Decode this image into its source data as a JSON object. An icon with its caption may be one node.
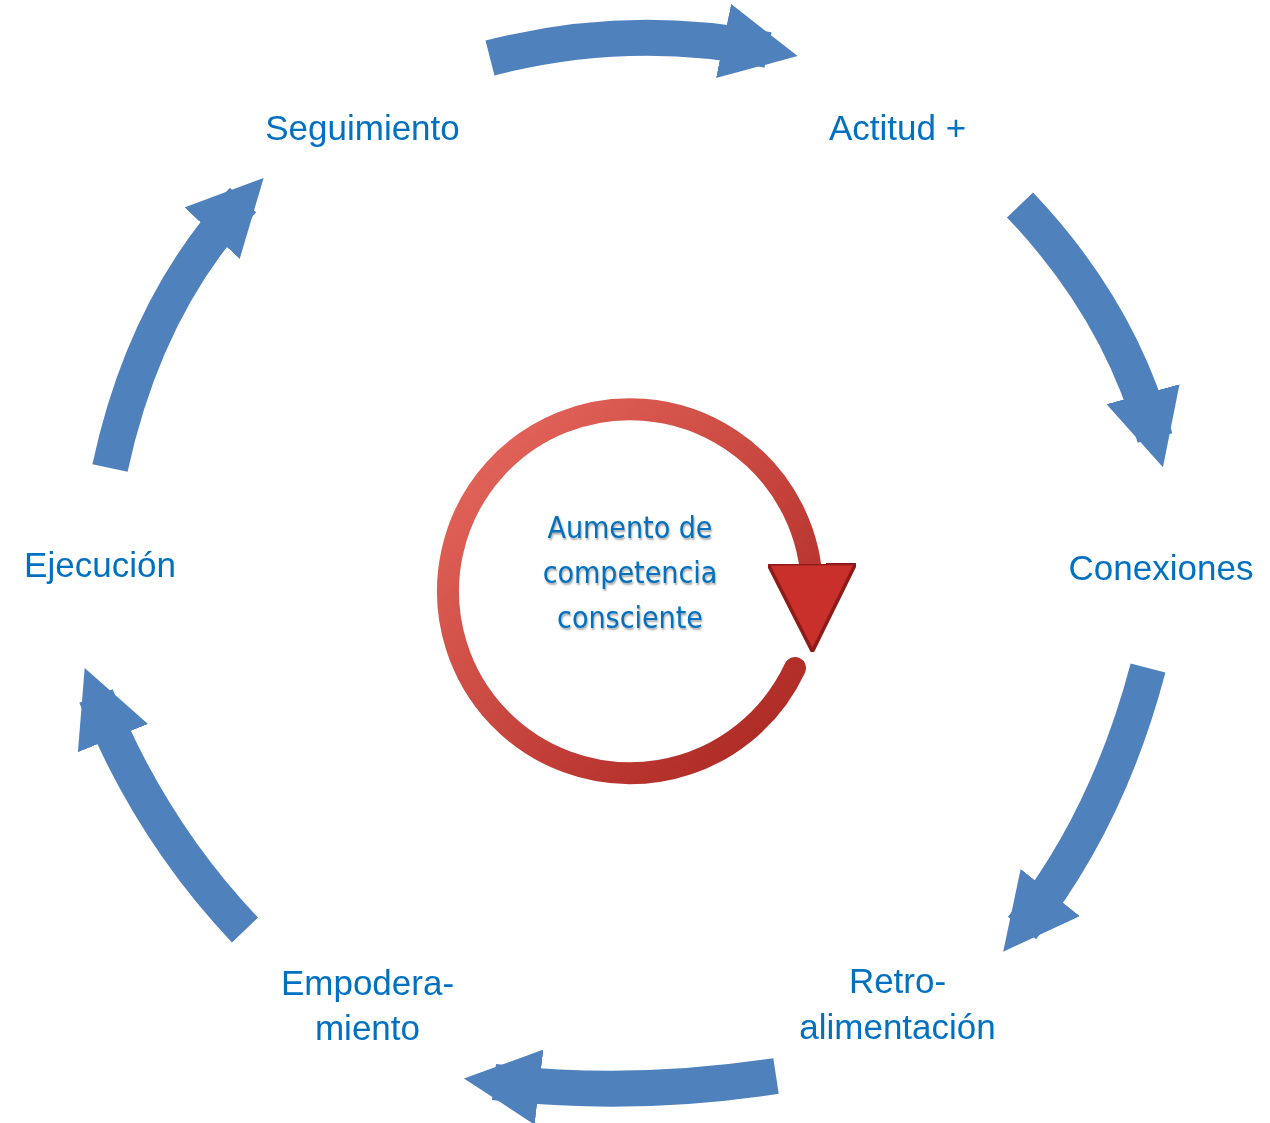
{
  "diagram": {
    "nodes": [
      {
        "text": [
          "Seguimiento"
        ]
      },
      {
        "text": [
          "Actitud +"
        ]
      },
      {
        "text": [
          "Conexiones"
        ]
      },
      {
        "text": [
          "Retro- alimentación"
        ]
      },
      {
        "text": [
          "Empodera- miento"
        ]
      },
      {
        "text": [
          "Ejecución"
        ]
      },
      {
        "text": [
          "Aumento de competencia consciente"
        ]
      }
    ],
    "edges": [
      {
        "from": 0,
        "to": 1,
        "arrow": "to"
      },
      {
        "from": 1,
        "to": 2,
        "arrow": "to"
      },
      {
        "from": 2,
        "to": 3,
        "arrow": "to"
      },
      {
        "from": 3,
        "to": 4,
        "arrow": "to"
      },
      {
        "from": 4,
        "to": 5,
        "arrow": "to"
      },
      {
        "from": 5,
        "to": 0,
        "arrow": "to"
      }
    ]
  }
}
